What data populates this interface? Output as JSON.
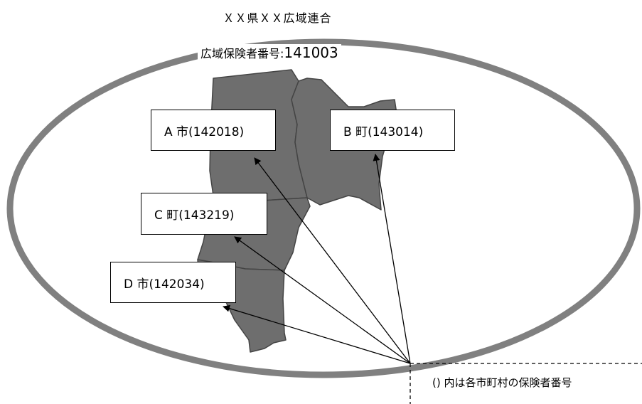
{
  "header": {
    "title": "ＸＸ県ＸＸ広域連合"
  },
  "union": {
    "label_prefix": "広域保険者番号:",
    "code": "141003"
  },
  "municipalities": [
    {
      "id": "a",
      "label": "A 市(142018)"
    },
    {
      "id": "b",
      "label": "B 町(143014)"
    },
    {
      "id": "c",
      "label": "C 町(143219)"
    },
    {
      "id": "d",
      "label": "D 市(142034)"
    }
  ],
  "note": {
    "text": "() 内は各市町村の保険者番号"
  },
  "colors": {
    "ellipse": "#808080",
    "map_fill": "#6e6e6e",
    "map_border": "#444444",
    "arrow": "#000000"
  }
}
